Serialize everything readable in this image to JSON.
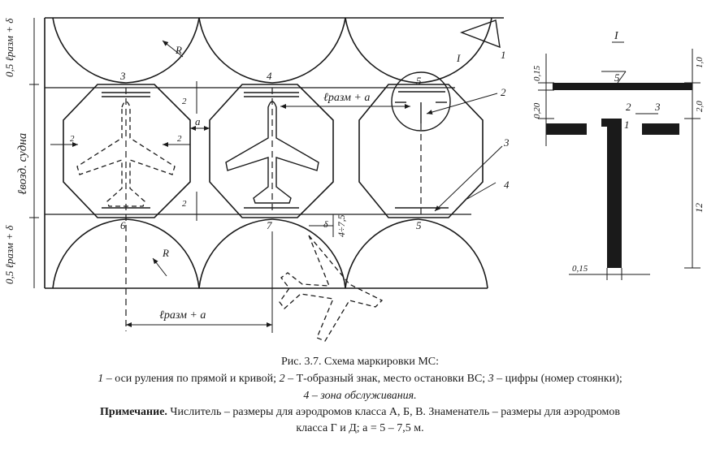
{
  "labels": {
    "half_clearance_top": "0,5 ℓразм + δ",
    "half_clearance_bottom": "0,5 ℓразм + δ",
    "aircraft_length": "ℓвозд. судна",
    "spacing_top": "ℓразм + a",
    "spacing_bottom": "ℓразм + a",
    "radius": "R",
    "gap_a": "a",
    "delta": "δ",
    "stop_offset": "4÷7,5",
    "dim_2": "2",
    "stand_numbers": [
      "3",
      "4",
      "5",
      "6",
      "7",
      "5"
    ],
    "callouts": [
      "1",
      "2",
      "3",
      "4"
    ],
    "detail_ref": "I"
  },
  "detail": {
    "title": "I",
    "dims": [
      "0,15",
      "1,0",
      "0,20",
      "2,0",
      "12",
      "0,15"
    ],
    "items": [
      "5",
      "1",
      "2",
      "3"
    ]
  },
  "caption": {
    "title": "Рис. 3.7. Схема маркировки МС:",
    "legend": [
      {
        "num": "1",
        "text": " – оси руления по прямой и кривой; "
      },
      {
        "num": "2",
        "text": " – Т-образный знак, место остановки ВС; "
      },
      {
        "num": "3",
        "text": " – цифры (номер стоянки);"
      }
    ],
    "legend_last": {
      "num": "4",
      "text": " – зона обслуживания."
    },
    "note_label": "Примечание.",
    "note_text": " Числитель – размеры для аэродромов класса А, Б, В. Знаменатель – размеры для аэродромов",
    "note_text2": "класса Г и Д; а = 5 – 7,5 м."
  }
}
